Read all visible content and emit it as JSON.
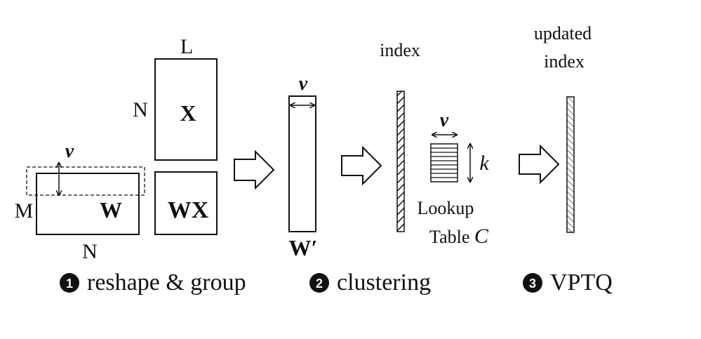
{
  "matrices": {
    "x_matrix": {
      "label": "X",
      "top_dim": "L",
      "side_dim": "N"
    },
    "w_matrix": {
      "label": "W",
      "side_dim": "M",
      "bottom_dim": "N",
      "group_dim": "v"
    },
    "wx_matrix": {
      "label": "WX"
    },
    "w_prime": {
      "label": "W′",
      "width_dim": "v"
    }
  },
  "index": {
    "label": "index"
  },
  "lookup": {
    "line1": "Lookup",
    "line2": "Table",
    "symbol": "C",
    "width_dim": "v",
    "height_dim": "k"
  },
  "updated_index": {
    "line1": "updated",
    "line2": "index"
  },
  "steps": [
    {
      "num": "1",
      "label": "reshape & group"
    },
    {
      "num": "2",
      "label": "clustering"
    },
    {
      "num": "3",
      "label": "VPTQ"
    }
  ],
  "colors": {
    "ink": "#111111",
    "background": "#ffffff"
  }
}
